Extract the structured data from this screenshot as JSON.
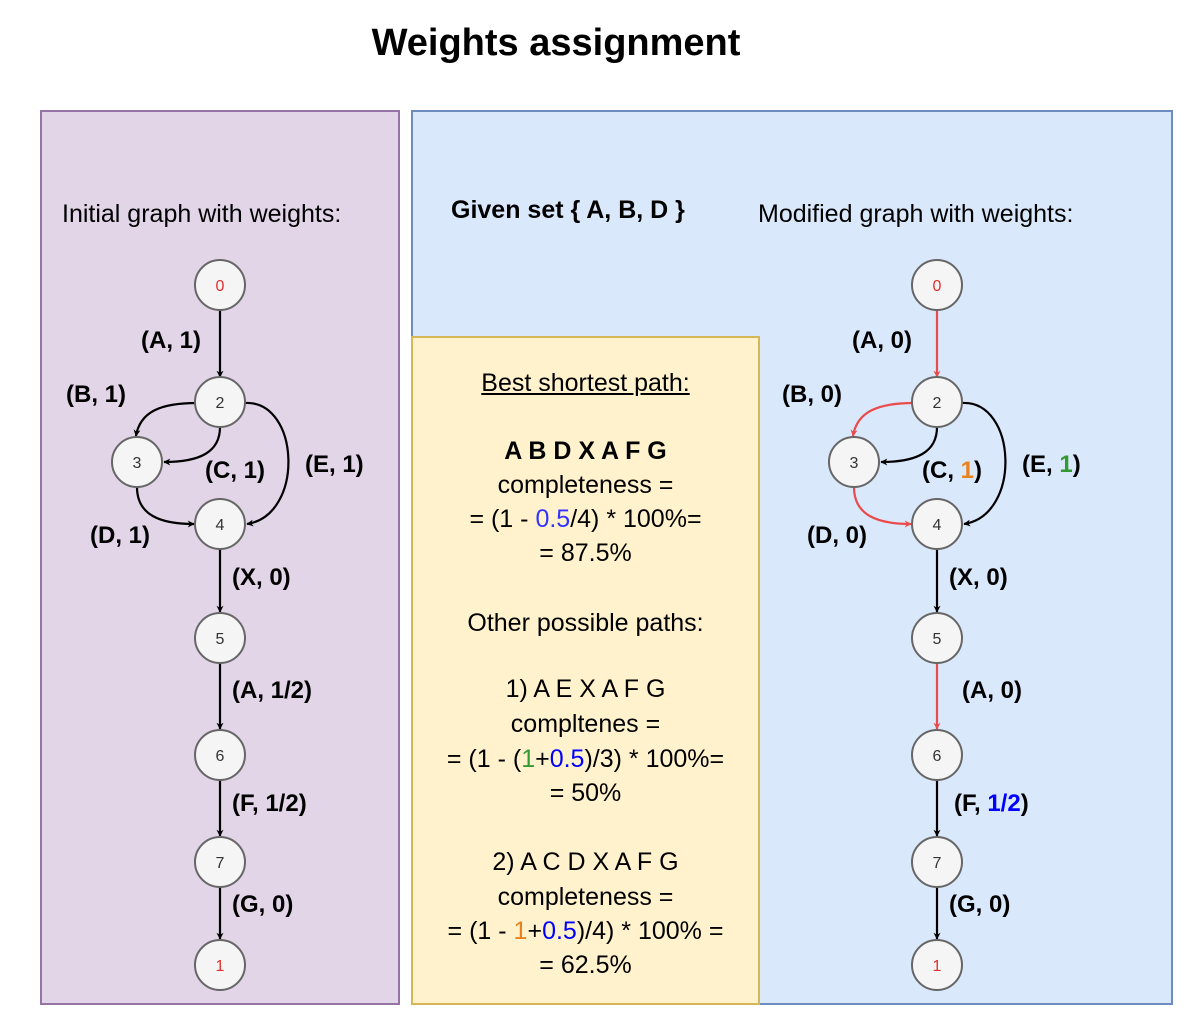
{
  "title": "Weights assignment",
  "left": {
    "heading": "Initial graph with weights:",
    "nodes": [
      "0",
      "2",
      "3",
      "4",
      "5",
      "6",
      "7",
      "1"
    ],
    "edges": [
      {
        "from": "0",
        "to": "2",
        "label": "(A, 1)"
      },
      {
        "from": "2",
        "to": "3",
        "label": "(B, 1)"
      },
      {
        "from": "2",
        "to": "3",
        "label": "(C, 1)"
      },
      {
        "from": "2",
        "to": "4",
        "label": "(E, 1)"
      },
      {
        "from": "3",
        "to": "4",
        "label": "(D, 1)"
      },
      {
        "from": "4",
        "to": "5",
        "label": "(X, 0)"
      },
      {
        "from": "5",
        "to": "6",
        "label": "(A, 1/2)"
      },
      {
        "from": "6",
        "to": "7",
        "label": "(F, 1/2)"
      },
      {
        "from": "7",
        "to": "1",
        "label": "(G, 0)"
      }
    ]
  },
  "right": {
    "given_set": "Given set { A, B, D }",
    "heading": "Modified graph with weights:",
    "nodes": [
      "0",
      "2",
      "3",
      "4",
      "5",
      "6",
      "7",
      "1"
    ],
    "edges": {
      "a": {
        "open": "(A, ",
        "val": "0",
        "close": ")"
      },
      "b": {
        "open": "(B, ",
        "val": "0",
        "close": ")"
      },
      "c": {
        "open": "(C, ",
        "val": "1",
        "close": ")"
      },
      "e": {
        "open": "(E, ",
        "val": "1",
        "close": ")"
      },
      "d": {
        "open": "(D, ",
        "val": "0",
        "close": ")"
      },
      "x": {
        "open": "(X, ",
        "val": "0",
        "close": ")"
      },
      "a2": {
        "open": "(A, ",
        "val": "0",
        "close": ")"
      },
      "f": {
        "open": "(F, ",
        "val": "1/2",
        "close": ")"
      },
      "g": {
        "open": "(G, ",
        "val": "0",
        "close": ")"
      }
    }
  },
  "middle": {
    "best_heading": "Best shortest path:",
    "best_path": "A B D X A F G",
    "best_l1": "completeness =",
    "best_l2a": "= (1 - ",
    "best_l2b": "0.5",
    "best_l2c": "/4) * 100%=",
    "best_l3": "= 87.5%",
    "other_heading": "Other possible paths:",
    "p1_path": "1) A E X A F G",
    "p1_l1": "compltenes =",
    "p1_l2a": "= (1 - (",
    "p1_l2b": "1",
    "p1_l2c": "+",
    "p1_l2d": "0.5",
    "p1_l2e": ")/3) * 100%=",
    "p1_l3": "= 50%",
    "p2_path": "2) A C D X A F G",
    "p2_l1": "completeness =",
    "p2_l2a": "= (1 - ",
    "p2_l2b": "1",
    "p2_l2c": "+",
    "p2_l2d": "0.5",
    "p2_l2e": ")/4) * 100% =",
    "p2_l3": "= 62.5%"
  }
}
